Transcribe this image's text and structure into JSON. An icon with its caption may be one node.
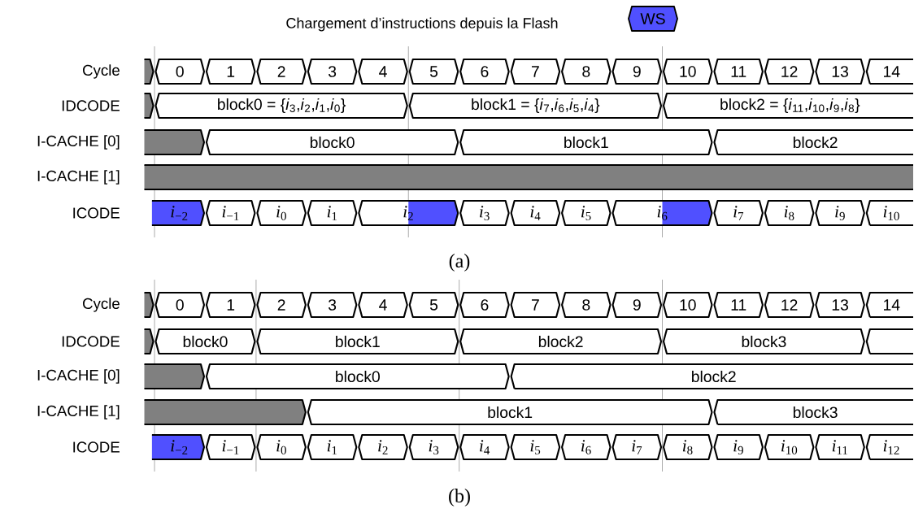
{
  "diagram": {
    "title": "Chargement d’instructions depuis la Flash",
    "nodes": [
      {
        "text": [],
        "shape": "bar"
      },
      {
        "text": [
          "0"
        ]
      },
      {
        "text": [
          "1"
        ]
      },
      {
        "text": [
          "2"
        ]
      },
      {
        "text": [
          "3"
        ]
      },
      {
        "text": [
          "4"
        ]
      },
      {
        "text": [
          "5"
        ]
      },
      {
        "text": [
          "6"
        ]
      },
      {
        "text": [
          "7"
        ]
      },
      {
        "text": [
          "8"
        ]
      },
      {
        "text": [
          "9"
        ]
      },
      {
        "text": [
          "10"
        ]
      },
      {
        "text": [
          "11"
        ]
      },
      {
        "text": [
          "12"
        ]
      },
      {
        "text": [
          "13"
        ]
      },
      {
        "text": [
          "14"
        ]
      },
      {
        "text": [],
        "shape": "bar"
      },
      {
        "text": [
          "block0 = {*i*$_{3}$,*i*$_{2}$,*i*$_{1}$,*i*$_{0}$}"
        ]
      },
      {
        "text": [
          "block1 = {*i*$_{7}$,*i*$_{6}$,*i*$_{5}$,*i*$_{4}$}"
        ]
      },
      {
        "text": [
          "block2 = {*i*$_{11}$,*i*$_{10}$,*i*$_{9}$,*i*$_{8}$}"
        ]
      },
      {
        "text": [],
        "shape": "bar"
      },
      {
        "text": [
          "block0"
        ]
      },
      {
        "text": [
          "block1"
        ]
      },
      {
        "text": [
          "block2"
        ]
      },
      {
        "text": [],
        "shape": "bar"
      },
      {
        "text": [
          "*i*$_{−2}$"
        ]
      },
      {
        "text": [
          "*i*$_{−1}$"
        ]
      },
      {
        "text": [
          "*i*$_{0}$"
        ]
      },
      {
        "text": [
          "*i*$_{1}$"
        ]
      },
      {
        "text": [
          "*i*$_{2}$"
        ]
      },
      {
        "text": [
          "*i*$_{3}$"
        ]
      },
      {
        "text": [
          "*i*$_{4}$"
        ]
      },
      {
        "text": [
          "*i*$_{5}$"
        ]
      },
      {
        "text": [
          "*i*$_{6}$"
        ]
      },
      {
        "text": [
          "*i*$_{7}$"
        ]
      },
      {
        "text": [
          "*i*$_{8}$"
        ]
      },
      {
        "text": [
          "*i*$_{9}$"
        ]
      },
      {
        "text": [
          "*i*$_{10}$"
        ]
      },
      {
        "text": [],
        "shape": "bar"
      },
      {
        "text": [
          "0"
        ]
      },
      {
        "text": [
          "1"
        ]
      },
      {
        "text": [
          "2"
        ]
      },
      {
        "text": [
          "3"
        ]
      },
      {
        "text": [
          "4"
        ]
      },
      {
        "text": [
          "5"
        ]
      },
      {
        "text": [
          "6"
        ]
      },
      {
        "text": [
          "7"
        ]
      },
      {
        "text": [
          "8"
        ]
      },
      {
        "text": [
          "9"
        ]
      },
      {
        "text": [
          "10"
        ]
      },
      {
        "text": [
          "11"
        ]
      },
      {
        "text": [
          "12"
        ]
      },
      {
        "text": [
          "13"
        ]
      },
      {
        "text": [
          "14"
        ]
      },
      {
        "text": [],
        "shape": "bar"
      },
      {
        "text": [
          "block0"
        ]
      },
      {
        "text": [
          "block1"
        ]
      },
      {
        "text": [
          "block2"
        ]
      },
      {
        "text": [
          "block3"
        ]
      },
      {
        "text": [],
        "shape": "bar"
      },
      {
        "text": [],
        "shape": "bar"
      },
      {
        "text": [
          "block0"
        ]
      },
      {
        "text": [
          "block2"
        ]
      },
      {
        "text": [],
        "shape": "bar"
      },
      {
        "text": [
          "block1"
        ]
      },
      {
        "text": [
          "block3"
        ]
      },
      {
        "text": [
          "*i*$_{−2}$"
        ]
      },
      {
        "text": [
          "*i*$_{−1}$"
        ]
      },
      {
        "text": [
          "*i*$_{0}$"
        ]
      },
      {
        "text": [
          "*i*$_{1}$"
        ]
      },
      {
        "text": [
          "*i*$_{2}$"
        ]
      },
      {
        "text": [
          "*i*$_{3}$"
        ]
      },
      {
        "text": [
          "*i*$_{4}$"
        ]
      },
      {
        "text": [
          "*i*$_{5}$"
        ]
      },
      {
        "text": [
          "*i*$_{6}$"
        ]
      },
      {
        "text": [
          "*i*$_{7}$"
        ]
      },
      {
        "text": [
          "*i*$_{8}$"
        ]
      },
      {
        "text": [
          "*i*$_{9}$"
        ]
      },
      {
        "text": [
          "*i*$_{10}$"
        ]
      },
      {
        "text": [
          "*i*$_{11}$"
        ]
      },
      {
        "text": [
          "*i*$_{12}$"
        ]
      }
    ],
    "labels": [
      "Cycle",
      "IDCODE",
      "I-CACHE [0]",
      "I-CACHE [1]",
      "ICODE",
      "(a)",
      "Cycle",
      "IDCODE",
      "I-CACHE [0]",
      "I-CACHE [1]",
      "ICODE",
      "(b)"
    ],
    "legend": [
      {
        "text": "WS",
        "color": "#5050ff"
      }
    ]
  }
}
